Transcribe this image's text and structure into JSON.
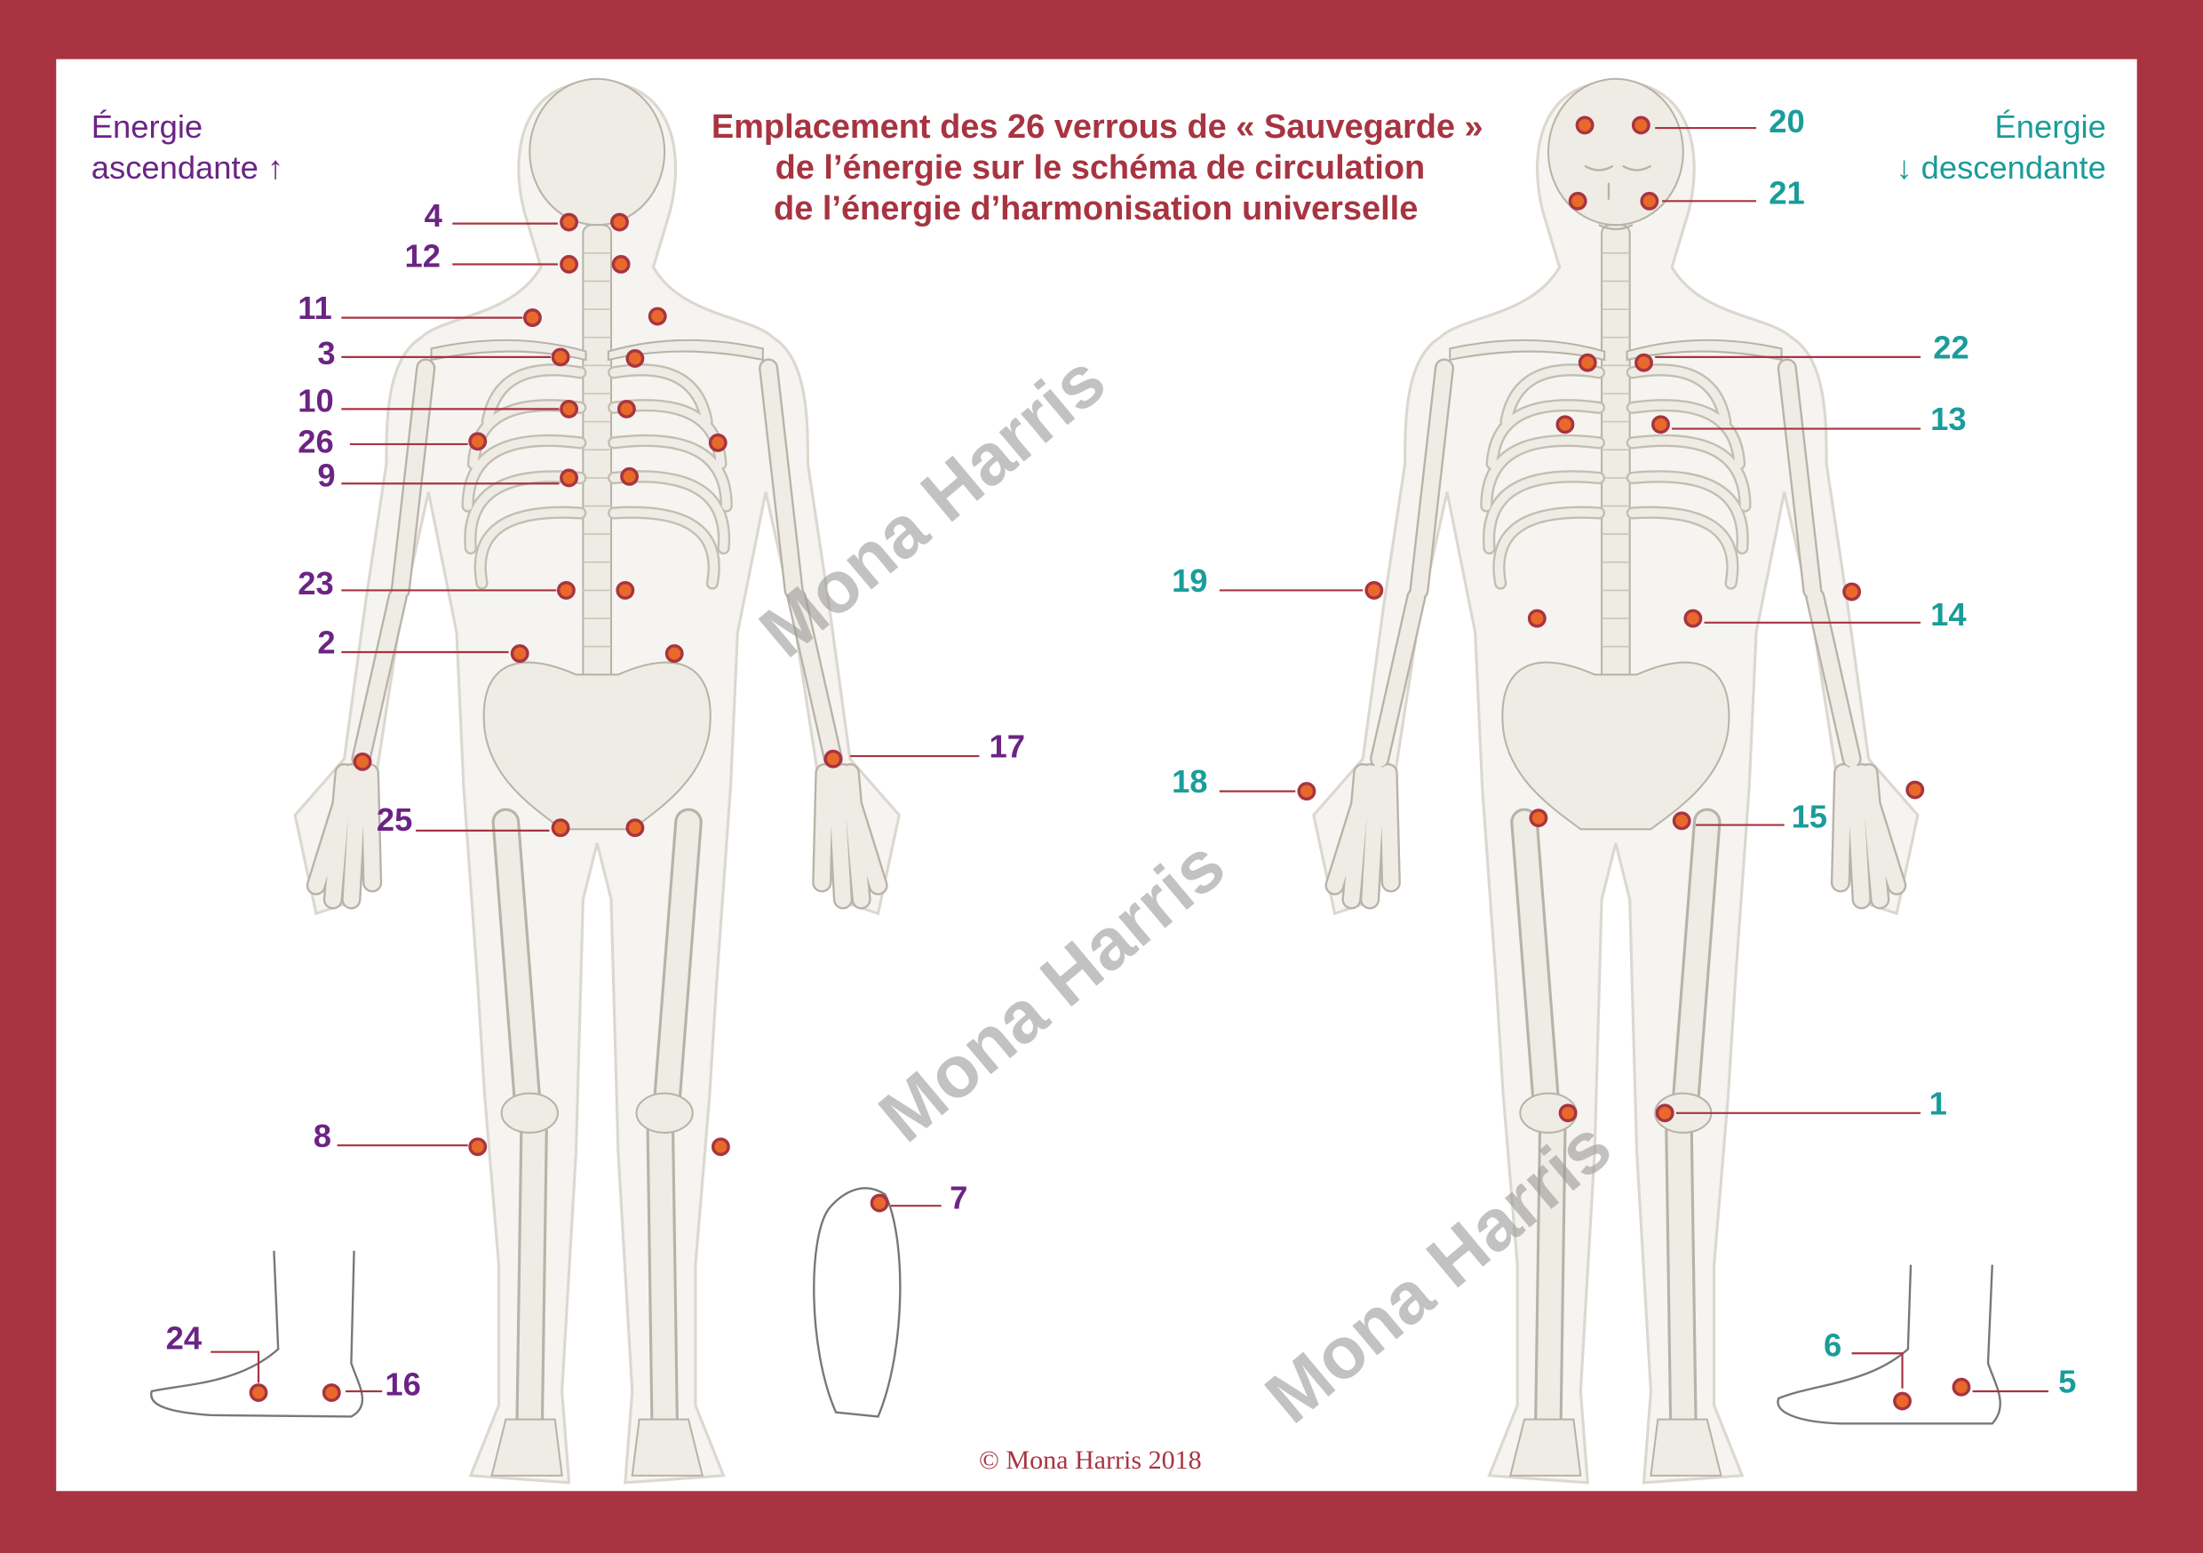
{
  "title": {
    "line1": "Emplacement des 26 verrous de  « Sauvegarde »",
    "line2": "de l’énergie sur le schéma de circulation",
    "line3": "de l’énergie d’harmonisation universelle"
  },
  "ascending": {
    "line1": "Énergie",
    "line2": "ascendante ↑",
    "color": "#6b2484"
  },
  "descending": {
    "line1": "Énergie",
    "line2": "↓ descendante",
    "color": "#1a9c9a"
  },
  "back_labels": [
    "4",
    "12",
    "11",
    "3",
    "10",
    "26",
    "9",
    "23",
    "2",
    "25",
    "8",
    "17",
    "7",
    "24",
    "16"
  ],
  "front_labels": [
    "20",
    "21",
    "22",
    "13",
    "14",
    "19",
    "18",
    "15",
    "1",
    "6",
    "5"
  ],
  "copyright": "© Mona Harris 2018",
  "watermark": "Mona Harris",
  "colors": {
    "frame": "#a83441",
    "marker": "#e8692a"
  }
}
